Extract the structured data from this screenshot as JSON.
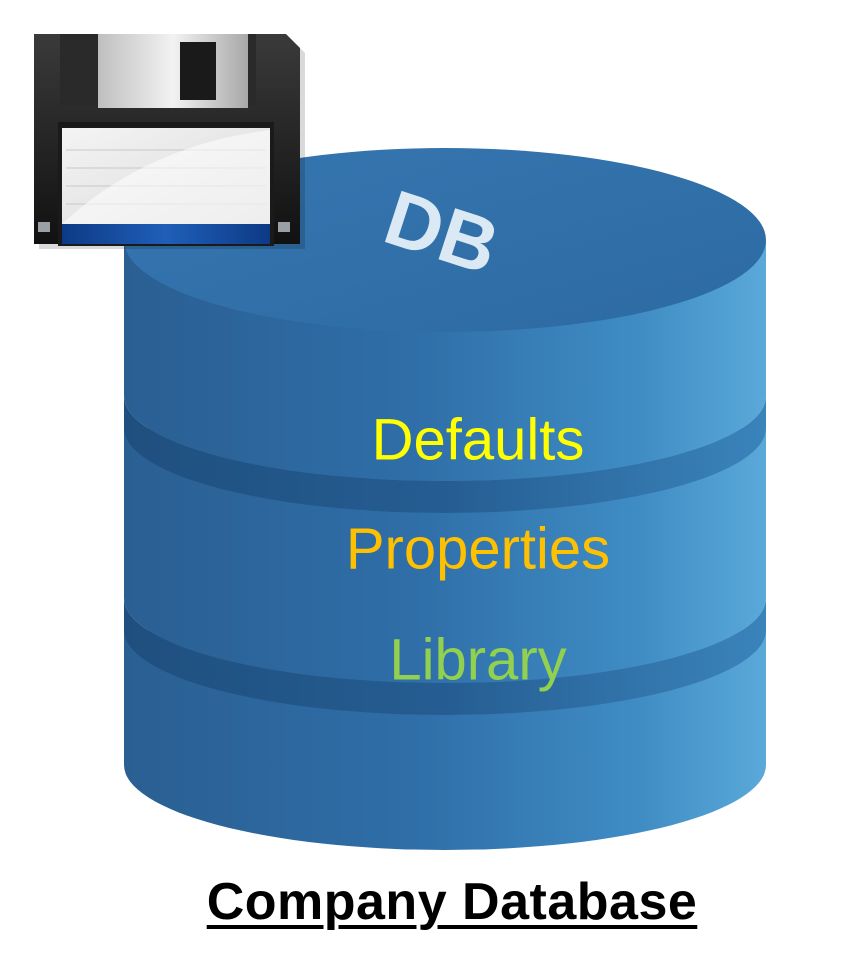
{
  "database": {
    "logo": "DB",
    "items": [
      {
        "label": "Defaults",
        "color": "#ffff00"
      },
      {
        "label": "Properties",
        "color": "#ffc000"
      },
      {
        "label": "Library",
        "color": "#92d050"
      }
    ]
  },
  "caption": "Company Database",
  "icons": {
    "floppy": "floppy-disk-icon",
    "database": "database-cylinder-icon"
  }
}
